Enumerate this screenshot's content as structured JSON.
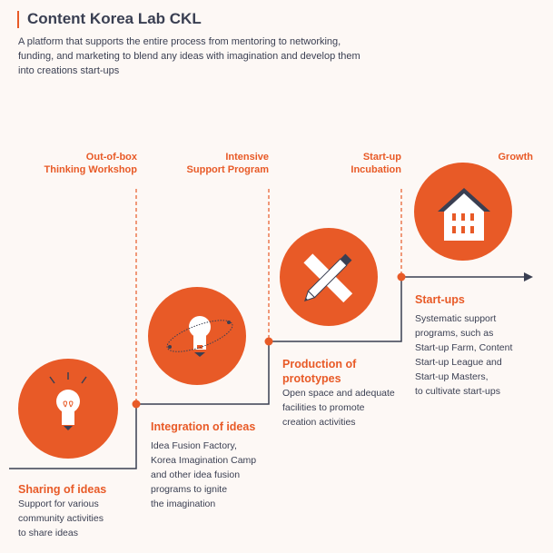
{
  "header": {
    "title": "Content Korea Lab CKL",
    "description": "A platform that supports the entire process from mentoring to networking, funding, and marketing to blend any ideas with imagination and develop them into creations start-ups"
  },
  "steps": [
    {
      "label_lines": [
        "Out-of-box",
        "Thinking Workshop"
      ]
    },
    {
      "label_lines": [
        "Intensive",
        "Support Program"
      ]
    },
    {
      "label_lines": [
        "Start-up",
        "Incubation"
      ]
    },
    {
      "label_lines": [
        "Growth"
      ]
    }
  ],
  "stages": [
    {
      "title": "Sharing of ideas",
      "body": [
        "Support for various",
        "community activities",
        "to share ideas"
      ],
      "icon": "lightbulb-icon"
    },
    {
      "title": "Integration of ideas",
      "body": [
        "Idea Fusion Factory,",
        "Korea Imagination Camp",
        "and other idea fusion",
        "programs to ignite",
        "the imagination"
      ],
      "icon": "orbit-lightbulb-icon"
    },
    {
      "title_lines": [
        "Production of",
        "prototypes"
      ],
      "body": [
        "Open space and adequate",
        "facilities to promote",
        "creation activities"
      ],
      "icon": "pencil-ruler-icon"
    },
    {
      "title": "Start-ups",
      "body": [
        "Systematic support",
        "programs, such as",
        "Start-up Farm, Content",
        "Start-up League and",
        "Start-up Masters,",
        "to cultivate start-ups"
      ],
      "icon": "building-icon"
    }
  ],
  "colors": {
    "accent": "#e85a27",
    "dark": "#3a3f52",
    "background": "#fdf8f5"
  }
}
